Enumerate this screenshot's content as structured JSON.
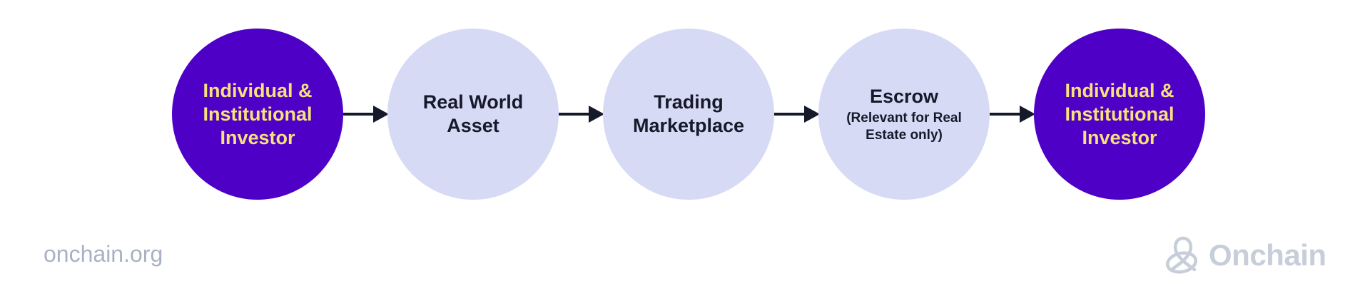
{
  "flow": {
    "nodes": [
      {
        "label": "Individual &\nInstitutional\nInvestor",
        "sublabel": "",
        "kind": "investor"
      },
      {
        "label": "Real World\nAsset",
        "sublabel": "",
        "kind": "step"
      },
      {
        "label": "Trading\nMarketplace",
        "sublabel": "",
        "kind": "step"
      },
      {
        "label": "Escrow",
        "sublabel": "(Relevant for Real\nEstate only)",
        "kind": "step"
      },
      {
        "label": "Individual &\nInstitutional\nInvestor",
        "sublabel": "",
        "kind": "investor"
      }
    ]
  },
  "footer": {
    "url": "onchain.org",
    "brand_name": "Onchain"
  },
  "colors": {
    "investor_fill": "#4f00c7",
    "investor_text": "#f6e27a",
    "step_fill": "#d7daf5",
    "step_text": "#151a2b",
    "arrow": "#151a2b",
    "footer_text": "#a8b2c4",
    "brand": "#c7ced9"
  },
  "icons": {
    "brand_logo": "onchain-logo-icon",
    "connector": "arrow-right-icon"
  }
}
